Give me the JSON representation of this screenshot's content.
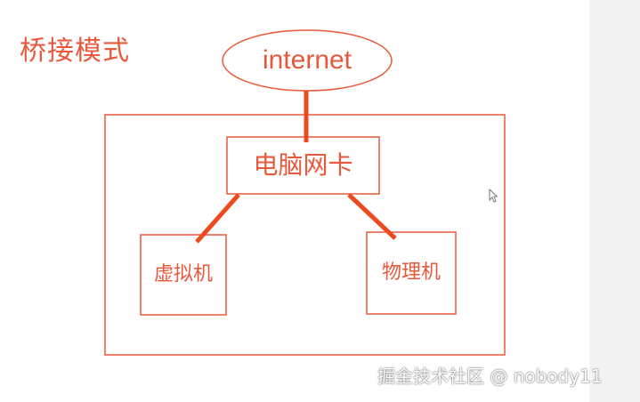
{
  "title": "桥接模式",
  "nodes": {
    "internet": "internet",
    "nic": "电脑网卡",
    "vm": "虚拟机",
    "pm": "物理机"
  },
  "watermark": "掘金技术社区 @ nobody11",
  "colors": {
    "accent": "#e8583c",
    "connector": "#ee4a20"
  }
}
